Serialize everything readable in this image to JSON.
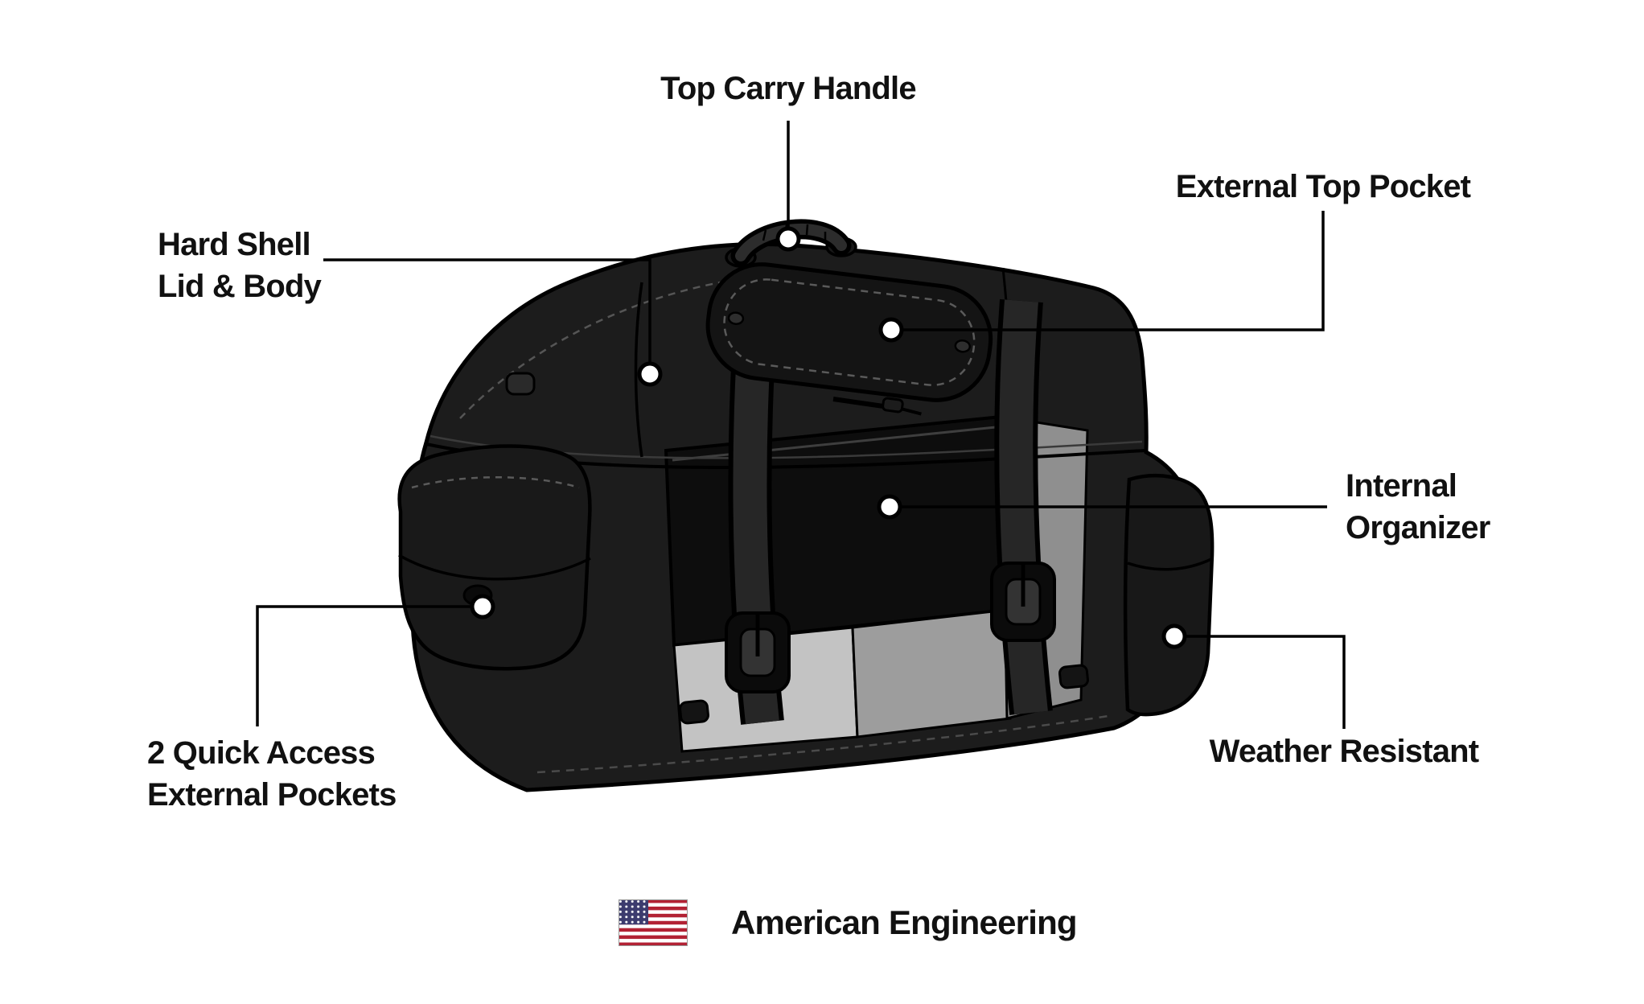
{
  "callouts": {
    "top_carry_handle": {
      "label": "Top Carry Handle"
    },
    "external_top_pocket": {
      "label": "External Top Pocket"
    },
    "hard_shell": {
      "line1": "Hard Shell",
      "line2": "Lid & Body"
    },
    "internal_organizer": {
      "line1": "Internal",
      "line2": "Organizer"
    },
    "quick_access": {
      "line1": "2 Quick Access",
      "line2": "External Pockets"
    },
    "weather_resistant": {
      "label": "Weather Resistant"
    }
  },
  "footer": {
    "flag_icon": "us-flag-icon",
    "text": "American Engineering"
  },
  "colors": {
    "background": "#ffffff",
    "callout_line": "#000000",
    "label_text": "#111111",
    "bag_black": "#1a1a1a",
    "interior_light_gray": "#c3c3c3",
    "interior_mid_gray": "#9d9d9d",
    "flag_red": "#B22234",
    "flag_blue": "#3C3B6E",
    "flag_white": "#FFFFFF"
  }
}
